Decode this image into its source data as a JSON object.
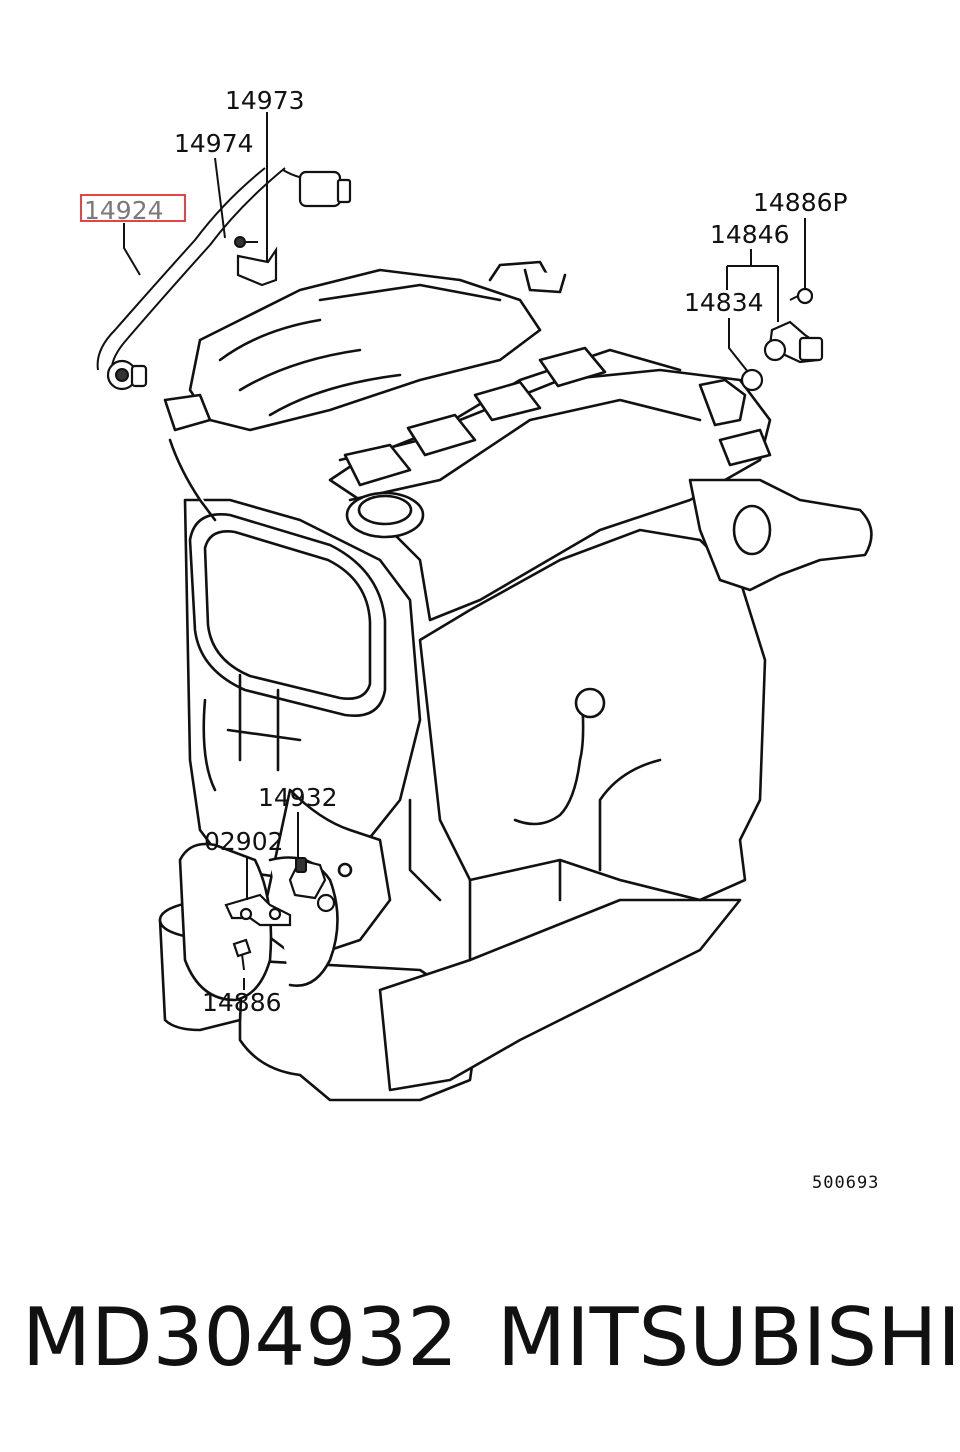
{
  "diagram": {
    "labels": {
      "l14973": "14973",
      "l14974": "14974",
      "l14924": "14924",
      "l14886P": "14886P",
      "l14846": "14846",
      "l14834": "14834",
      "l14932": "14932",
      "l02902": "02902",
      "l14886": "14886"
    },
    "highlighted_label": "14924",
    "highlight_color": "#e03030",
    "figure_number": "500693"
  },
  "caption": {
    "part_number": "MD304932",
    "brand": "MITSUBISHI"
  }
}
